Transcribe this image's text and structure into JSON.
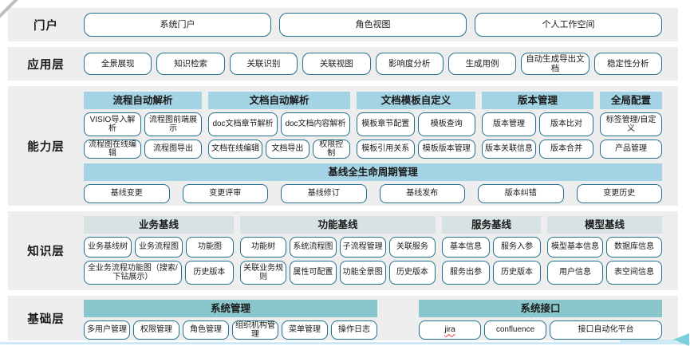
{
  "colors": {
    "band_bg": "#EEEEEE",
    "header_blue": "#A3D3E4",
    "header_gray": "#D6E2E3",
    "header_teal": "#8AC7CD",
    "button_border": "#20708E",
    "deco_line": "#CDE9F6",
    "deco_arrow": "#7BD0DA"
  },
  "layers": [
    {
      "id": "portal",
      "label": "门户",
      "buttons": [
        "系统门户",
        "角色视图",
        "个人工作空间"
      ]
    },
    {
      "id": "application",
      "label": "应用层",
      "buttons": [
        "全景展现",
        "知识检索",
        "关联识别",
        "关联视图",
        "影响度分析",
        "生成用例",
        "自动生成导出文档",
        "稳定性分析"
      ]
    },
    {
      "id": "capability",
      "label": "能力层",
      "groups": [
        {
          "id": "process-auto-parse",
          "header": "流程自动解析",
          "header_style": "blue",
          "flex": 148,
          "rows": [
            [
              "VISIO导入解析",
              "流程图前端展示"
            ],
            [
              "流程图在线编辑",
              "流程图导出"
            ]
          ]
        },
        {
          "id": "doc-auto-parse",
          "header": "文档自动解析",
          "header_style": "blue",
          "flex": 178,
          "rows": [
            [
              "doc文档章节解析",
              "doc文档内容解析"
            ],
            [
              {
                "label": "文档在线编辑",
                "flex": 1.3
              },
              "文档导出",
              {
                "label": "权限控制",
                "flex": 0.85
              }
            ]
          ]
        },
        {
          "id": "doc-template-custom",
          "header": "文档模板自定义",
          "header_style": "blue",
          "flex": 149,
          "rows": [
            [
              "模板章节配置",
              "模板查询"
            ],
            [
              "模板引用关系",
              "模板版本管理"
            ]
          ]
        },
        {
          "id": "version-management",
          "header": "版本管理",
          "header_style": "blue",
          "flex": 140,
          "rows": [
            [
              "版本管理",
              "版本比对"
            ],
            [
              "版本关联信息",
              "版本合并"
            ]
          ]
        },
        {
          "id": "global-config",
          "header": "全局配置",
          "header_style": "blue",
          "flex": 78,
          "rows": [
            [
              "标签管理/自定义"
            ],
            [
              "产品管理"
            ]
          ]
        }
      ],
      "baseline": {
        "header": "基线全生命周期管理",
        "buttons": [
          "基线变更",
          "变更评审",
          "基线修订",
          "基线发布",
          "版本纠错",
          "变更历史"
        ]
      }
    },
    {
      "id": "knowledge",
      "label": "知识层",
      "groups": [
        {
          "id": "business-baseline",
          "header": "业务基线",
          "header_style": "gray",
          "flex": 188,
          "rows": [
            [
              "业务基线树",
              "业务流程图",
              "功能图"
            ],
            [
              {
                "label": "全业务流程功能图（搜索/下钻展示）",
                "flex": 2.15
              },
              "历史版本"
            ]
          ]
        },
        {
          "id": "function-baseline",
          "header": "功能基线",
          "header_style": "gray",
          "flex": 245,
          "rows": [
            [
              "功能树",
              "系统流程图",
              "子流程管理",
              "关联服务"
            ],
            [
              "关联业务规则",
              "属性可配置",
              "功能全景图",
              "历史版本"
            ]
          ]
        },
        {
          "id": "service-baseline",
          "header": "服务基线",
          "header_style": "gray",
          "flex": 124,
          "rows": [
            [
              "基本信息",
              "服务入参"
            ],
            [
              "服务出参",
              "历史版本"
            ]
          ]
        },
        {
          "id": "model-baseline",
          "header": "模型基线",
          "header_style": "gray",
          "flex": 144,
          "rows": [
            [
              "模型基本信息",
              "数据库信息"
            ],
            [
              "用户信息",
              "表空间信息"
            ]
          ]
        }
      ]
    },
    {
      "id": "foundation",
      "label": "基础层",
      "foundation": true,
      "groups": [
        {
          "id": "system-management",
          "header": "系统管理",
          "header_style": "teal",
          "flex": 368,
          "rows": [
            [
              "多用户管理",
              "权限管理",
              "角色管理",
              "组织机构管理",
              "菜单管理",
              "操作日志"
            ]
          ]
        },
        {
          "id": "system-interface",
          "header": "系统接口",
          "header_style": "teal",
          "flex": 305,
          "rows": [
            [
              {
                "label": "jira",
                "underline": "red-wavy"
              },
              "confluence",
              {
                "label": "接口自动化平台",
                "flex": 1.9
              }
            ]
          ]
        }
      ]
    }
  ]
}
